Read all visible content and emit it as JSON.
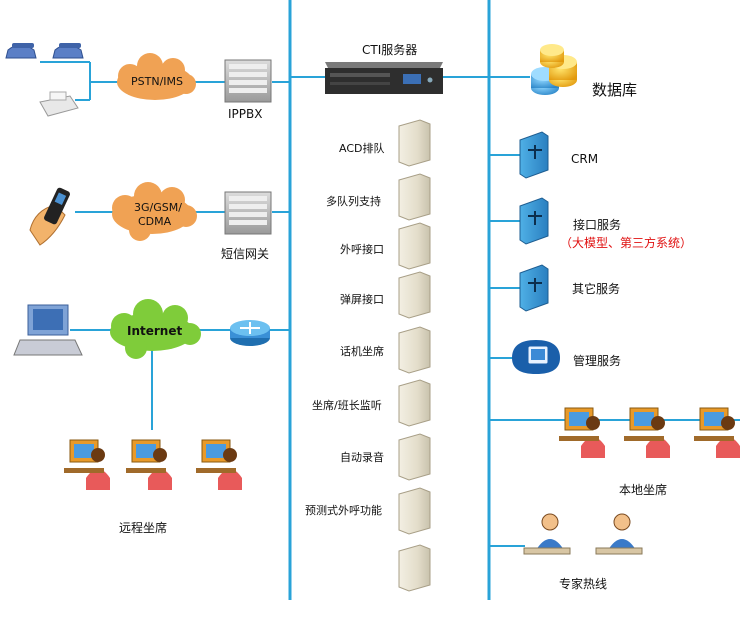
{
  "cti": {
    "title": "CTI服务器"
  },
  "pstn": {
    "cloud": "PSTN/IMS",
    "pbx": "IPPBX"
  },
  "mobile": {
    "cloud_line1": "3G/GSM/",
    "cloud_line2": "CDMA",
    "gateway": "短信网关"
  },
  "internet": {
    "cloud": "Internet"
  },
  "remote": {
    "label": "远程坐席"
  },
  "servers": [
    "ACD排队",
    "多队列支持",
    "外呼接口",
    "弹屏接口",
    "话机坐席",
    "坐席/班长监听",
    "自动录音",
    "预测式外呼功能"
  ],
  "right": {
    "db": "数据库",
    "crm": "CRM",
    "iface": "接口服务",
    "iface_note": "（大模型、第三方系统）",
    "other": "其它服务",
    "mgmt": "管理服务",
    "local": "本地坐席",
    "hotline": "专家热线"
  },
  "colors": {
    "line": "#29a3d8",
    "cloud": "#f0a254",
    "cloud_green": "#7fcc3a",
    "note": "#e01010"
  }
}
